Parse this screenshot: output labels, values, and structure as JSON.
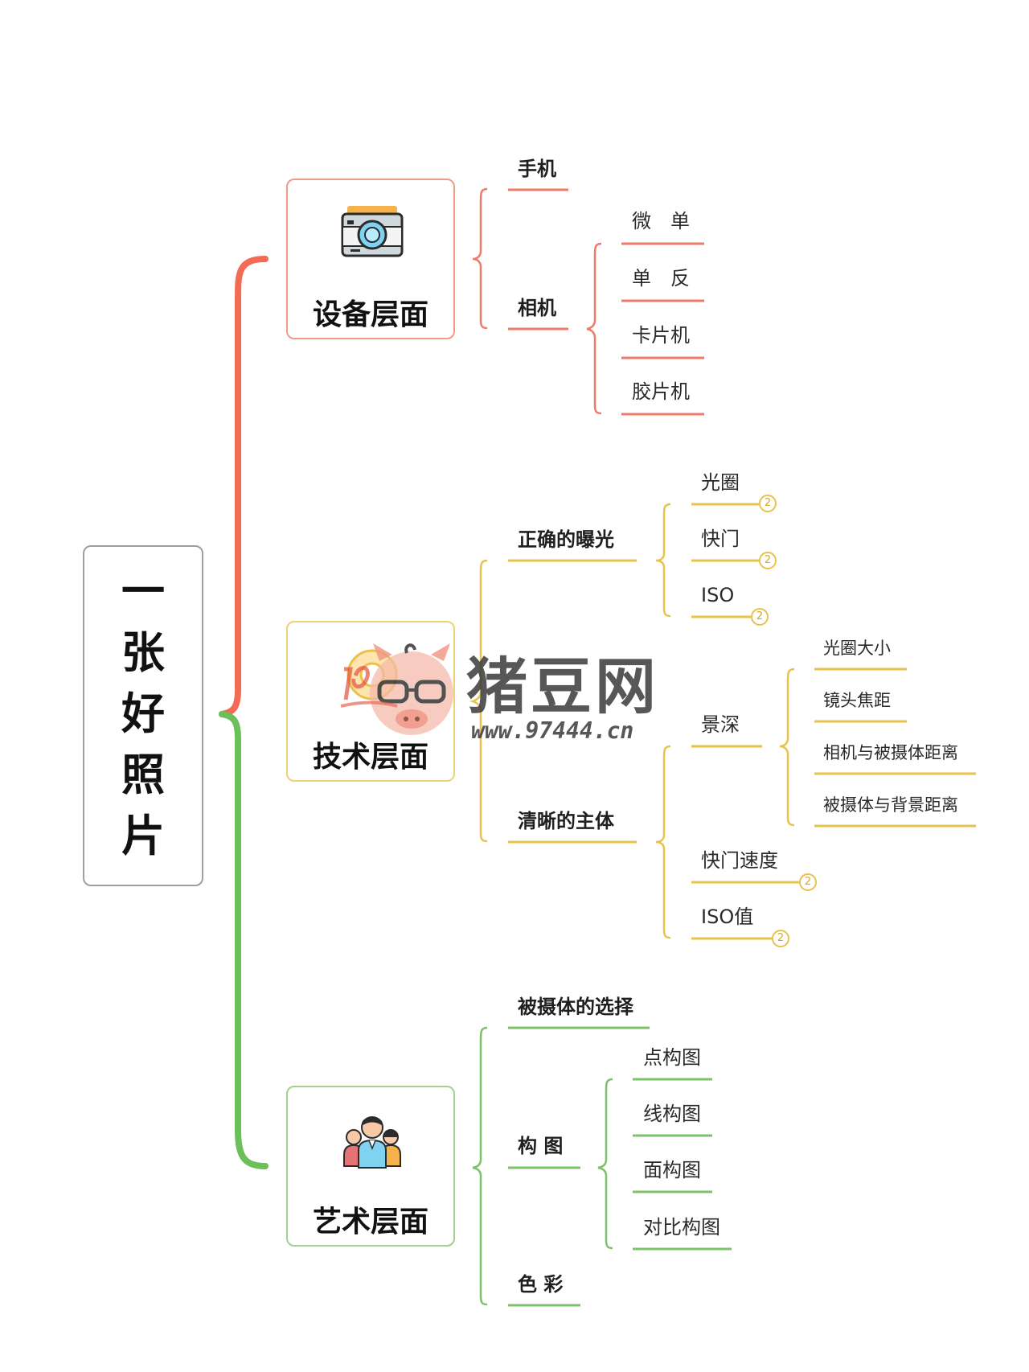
{
  "colors": {
    "equipment": "#ee7b69",
    "technique": "#e8c24a",
    "art": "#7cc26a",
    "root_top": "#f26b55",
    "root_bottom": "#6cc05a",
    "root_border": "#9aa0a6"
  },
  "root": {
    "chars": [
      "一",
      "张",
      "好",
      "照",
      "片"
    ]
  },
  "equipment": {
    "title": "设备层面",
    "icon": "camera-icon",
    "phone": "手机",
    "camera": "相机",
    "camera_types": [
      "微　单",
      "单　反",
      "卡片机",
      "胶片机"
    ]
  },
  "technique": {
    "title": "技术层面",
    "icon": "aperture-icon",
    "exposure": "正确的曝光",
    "exposure_items": [
      {
        "label": "光圈",
        "badge": "2"
      },
      {
        "label": "快门",
        "badge": "2"
      },
      {
        "label": "ISO",
        "badge": "2"
      }
    ],
    "subject": "清晰的主体",
    "depth": "景深",
    "depth_items": [
      "光圈大小",
      "镜头焦距",
      "相机与被摄体距离",
      "被摄体与背景距离"
    ],
    "subject_items": [
      {
        "label": "快门速度",
        "badge": "2"
      },
      {
        "label": "ISO值",
        "badge": "2"
      }
    ]
  },
  "art": {
    "title": "艺术层面",
    "icon": "people-icon",
    "choice": "被摄体的选择",
    "composition": "构 图",
    "composition_items": [
      "点构图",
      "线构图",
      "面构图",
      "对比构图"
    ],
    "color": "色 彩"
  },
  "watermark": {
    "logo": "pig-logo-icon",
    "title": "猪豆网",
    "url": "www.97444.cn"
  }
}
